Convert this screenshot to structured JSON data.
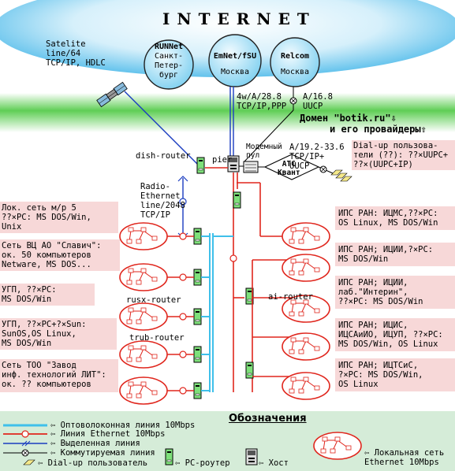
{
  "internet": {
    "title": "INTERNET",
    "satellite": "Satelite\nline/64\nTCP/IP, HDLC",
    "nodes": [
      {
        "name": "RUNNet",
        "city": "Санкт-\nПетер-\nбург"
      },
      {
        "name": "EmNet/fSU",
        "city": "Москва"
      },
      {
        "name": "Relcom",
        "city": "Москва"
      }
    ],
    "links": [
      {
        "label": "4w/A/28.8\nTCP/IP,PPP"
      },
      {
        "label": "A/16.8\nUUCP"
      }
    ]
  },
  "domain": {
    "line1": "Домен \"botik.ru\"⇩",
    "line2": "и его провайдеры⇧"
  },
  "center": {
    "dish_router": "dish-router",
    "pier": "pier",
    "modem_pool": "Модемный\nпул",
    "ats": "АТС\nКвант",
    "dialup_link": "A/19.2-33.6\nTCP/IP+\nUUCP",
    "dialup_users": "Dial-up пользова-\nтели (??): ??×UUPC+\n??×(UUPC+IP)",
    "radio": "Radio-\nEthernet\nline/2048\nTCP/IP",
    "rusx_router": "rusx-router",
    "trub_router": "trub-router",
    "ai_router": "ai-router"
  },
  "left_networks": [
    {
      "text": "Лок. сеть м/р 5\n??×PC: MS DOS/Win,\nUnix"
    },
    {
      "text": "Сеть ВЦ АО \"Славич\":\nок. 50 компьютеров\nNetware, MS DOS..."
    },
    {
      "text": "УГП, ??×PC:\nMS DOS/Win"
    },
    {
      "text": "УГП, ??×PC+?×Sun:\nSunOS,OS Linux,\nMS DOS/Win"
    },
    {
      "text": "Сеть ТОО \"Завод\nинф. технологий ЛИТ\":\nок. ?? компьютеров"
    }
  ],
  "right_networks": [
    {
      "text": "ИПС РАН: ИЦМС,??×PC:\nOS Linux, MS DOS/Win"
    },
    {
      "text": "ИПС РАН; ИЦИИ,?×PC:\nMS DOS/Win"
    },
    {
      "text": "ИПС РАН; ИЦИИ,\nлаб.\"Интерин\",\n??×PC: MS DOS/Win"
    },
    {
      "text": "ИПС РАН; ИЦИС,\nИЦСАиИО, ИЦУП, ??×PC:\nMS DOS/Win, OS Linux"
    },
    {
      "text": "ИПС РАН; ИЦТСиС,\n?×PC: MS DOS/Win,\nOS Linux"
    }
  ],
  "legend": {
    "title": "Обозначения",
    "fiber": "⇦ Оптоволоконная линия 10Mbps",
    "ethernet": "⇦ Линия Ethernet 10Mbps",
    "leased": "⇦ Выделенная линия",
    "switched": "⇦ Коммутируемая линия",
    "dialup": "⇦ Dial-up пользователь",
    "router": "⇦ PC-роутер",
    "host": "⇦ Хост",
    "lan": "⇦ Локальная сеть\nEthernet 10Mbps"
  },
  "colors": {
    "sky": "#6ec6ee",
    "green_band": "#5fce55",
    "pink_box": "#f7d8d8",
    "ethernet": "#e0261d",
    "fiber": "#3fc0ea",
    "leased": "#1a3cc0",
    "legend_bg": "#d5ecd8"
  }
}
